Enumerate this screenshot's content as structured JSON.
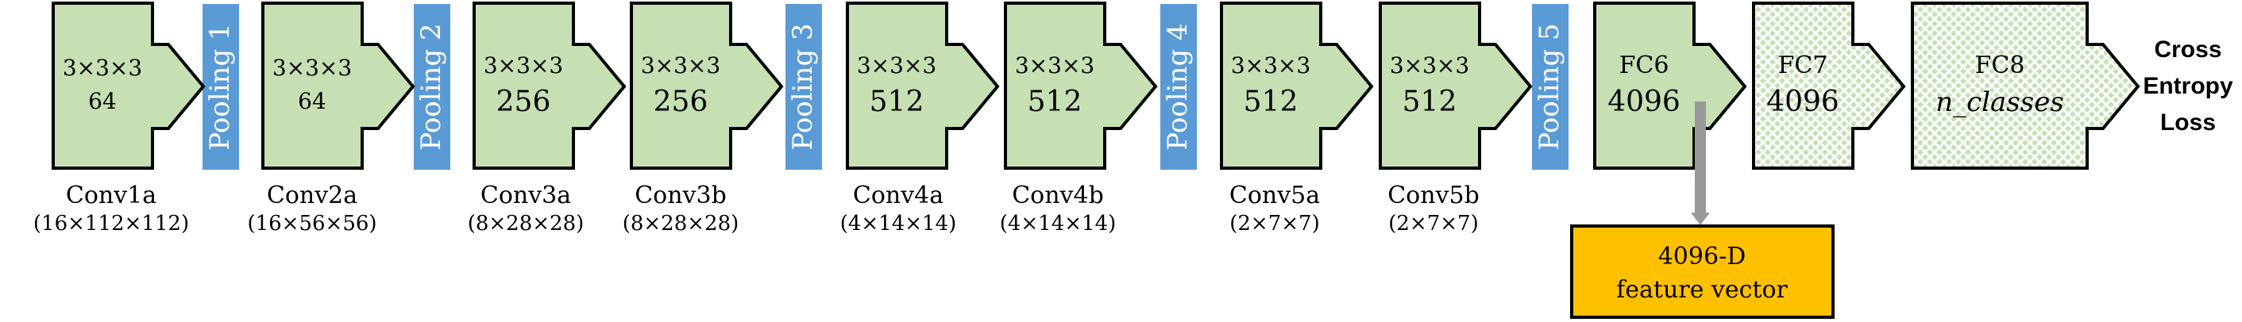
{
  "colors": {
    "block_fill": "#c6e0b4",
    "block_stroke": "#000000",
    "pool_fill": "#5b9bd5",
    "pool_text": "#ffffff",
    "feature_fill": "#ffc000",
    "feature_stroke": "#000000",
    "connector": "#999999"
  },
  "pools": [
    {
      "label": "Pooling 1"
    },
    {
      "label": "Pooling 2"
    },
    {
      "label": "Pooling 3"
    },
    {
      "label": "Pooling 4"
    },
    {
      "label": "Pooling 5"
    }
  ],
  "blocks": [
    {
      "kernel": "3×3×3",
      "channels": "64",
      "name": "Conv1a",
      "shape": "(16×112×112)"
    },
    {
      "kernel": "3×3×3",
      "channels": "64",
      "name": "Conv2a",
      "shape": "(16×56×56)"
    },
    {
      "kernel": "3×3×3",
      "channels": "256",
      "name": "Conv3a",
      "shape": "(8×28×28)"
    },
    {
      "kernel": "3×3×3",
      "channels": "256",
      "name": "Conv3b",
      "shape": "(8×28×28)"
    },
    {
      "kernel": "3×3×3",
      "channels": "512",
      "name": "Conv4a",
      "shape": "(4×14×14)"
    },
    {
      "kernel": "3×3×3",
      "channels": "512",
      "name": "Conv4b",
      "shape": "(4×14×14)"
    },
    {
      "kernel": "3×3×3",
      "channels": "512",
      "name": "Conv5a",
      "shape": "(2×7×7)"
    },
    {
      "kernel": "3×3×3",
      "channels": "512",
      "name": "Conv5b",
      "shape": "(2×7×7)"
    }
  ],
  "fc": [
    {
      "name": "FC6",
      "size": "4096"
    },
    {
      "name": "FC7",
      "size": "4096"
    },
    {
      "name": "FC8",
      "size": "n_classes"
    }
  ],
  "loss": {
    "lines": [
      "Cross",
      "Entropy",
      "Loss"
    ]
  },
  "feature": {
    "line1": "4096-D",
    "line2": "feature vector"
  }
}
